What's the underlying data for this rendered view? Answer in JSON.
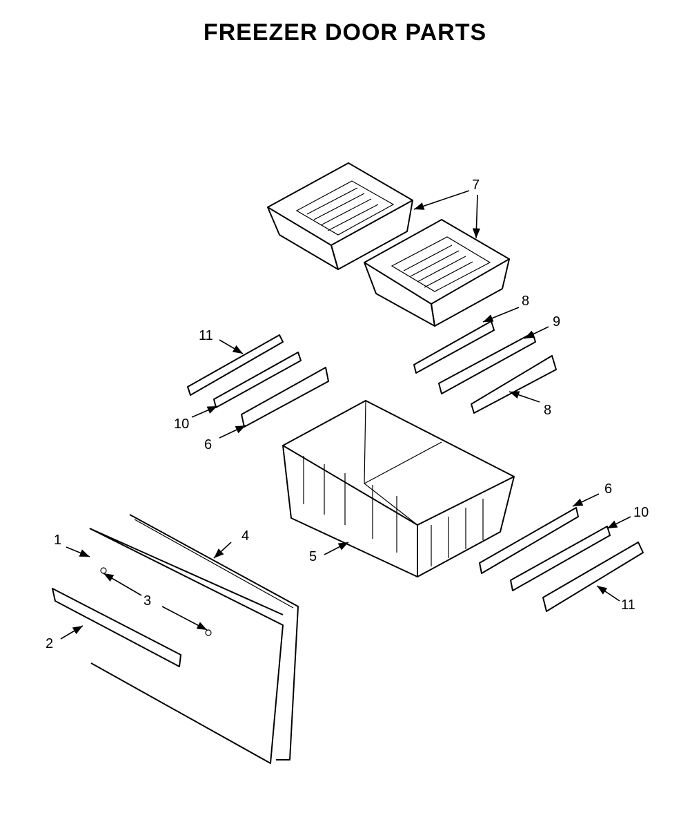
{
  "title": "FREEZER DOOR PARTS",
  "callouts": [
    "1",
    "2",
    "3",
    "4",
    "5",
    "6",
    "6",
    "7",
    "8",
    "8",
    "9",
    "10",
    "10",
    "11",
    "11"
  ]
}
